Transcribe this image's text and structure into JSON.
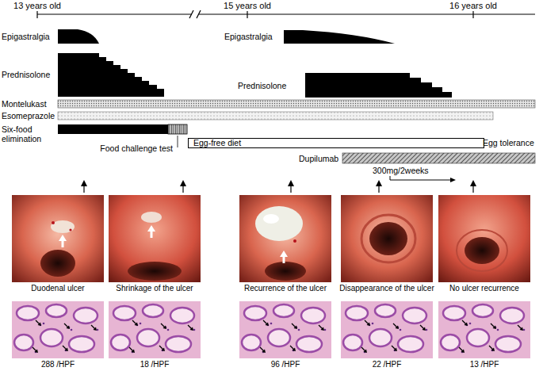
{
  "diagram": {
    "nodes": [
      {
        "text": [
          "Egg-free diet"
        ]
      },
      {
        "text": [
          "Duodenal ulcer"
        ]
      },
      {
        "text": [
          "Shrinkage of the ulcer"
        ]
      },
      {
        "text": [
          "Recurrence of the ulcer"
        ]
      },
      {
        "text": [
          "Disappearance of the ulcer"
        ]
      },
      {
        "text": [
          "No ulcer recurrence"
        ]
      },
      {
        "text": [
          "288 /HPF"
        ]
      },
      {
        "text": [
          "18 /HPF"
        ]
      },
      {
        "text": [
          "96 /HPF"
        ]
      },
      {
        "text": [
          "22 /HPF"
        ]
      },
      {
        "text": [
          "13 /HPF"
        ]
      }
    ],
    "labels": [
      "13 years old",
      "15 years old",
      "16 years old",
      "Epigastralgia",
      "Prednisolone",
      "Montelukast",
      "Esomeprazole",
      "Six-food elimination",
      "Food challenge test",
      "Epigastralgia",
      "Prednisolone",
      "Egg tolerance",
      "Dupilumab",
      "300mg/2weeks"
    ]
  }
}
